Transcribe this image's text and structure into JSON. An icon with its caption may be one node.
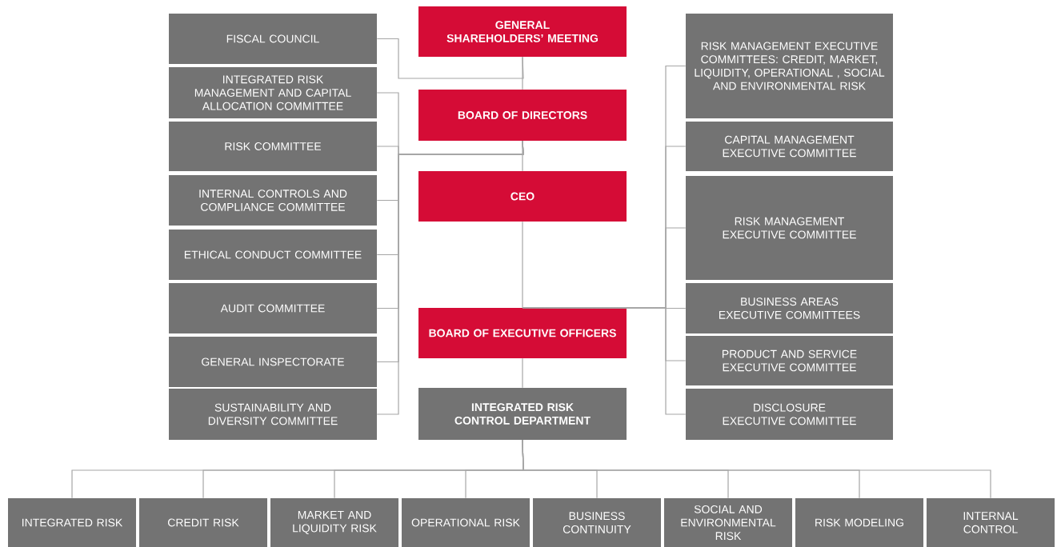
{
  "diagram": {
    "nodes": [
      {
        "text": [
          "FISCAL COUNCIL"
        ]
      },
      {
        "text": [
          "INTEGRATED RISK MANAGEMENT AND CAPITAL ALLOCATION COMMITTEE"
        ]
      },
      {
        "text": [
          "RISK COMMITTEE"
        ]
      },
      {
        "text": [
          "INTERNAL CONTROLS AND COMPLIANCE COMMITTEE"
        ]
      },
      {
        "text": [
          "ETHICAL CONDUCT COMMITTEE"
        ]
      },
      {
        "text": [
          "AUDIT COMMITTEE"
        ]
      },
      {
        "text": [
          "GENERAL INSPECTORATE"
        ]
      },
      {
        "text": [
          "SUSTAINABILITY AND DIVERSITY COMMITTEE"
        ]
      },
      {
        "text": [
          "GENERAL SHAREHOLDERS’ MEETING"
        ]
      },
      {
        "text": [
          "BOARD OF DIRECTORS"
        ]
      },
      {
        "text": [
          "CEO"
        ]
      },
      {
        "text": [
          "BOARD OF EXECUTIVE OFFICERS"
        ]
      },
      {
        "text": [
          "INTEGRATED RISK CONTROL DEPARTMENT"
        ]
      },
      {
        "text": [
          "RISK MANAGEMENT EXECUTIVE COMMITTEES: CREDIT, MARKET, LIQUIDITY, OPERATIONAL , SOCIAL AND ENVIRONMENTAL RISK"
        ]
      },
      {
        "text": [
          "CAPITAL MANAGEMENT EXECUTIVE COMMITTEE"
        ]
      },
      {
        "text": [
          "RISK MANAGEMENT EXECUTIVE COMMITTEE"
        ]
      },
      {
        "text": [
          "BUSINESS AREAS EXECUTIVE COMMITTEES"
        ]
      },
      {
        "text": [
          "PRODUCT AND SERVICE EXECUTIVE COMMITTEE"
        ]
      },
      {
        "text": [
          "DISCLOSURE EXECUTIVE COMMITTEE"
        ]
      },
      {
        "text": [
          "INTEGRATED RISK"
        ]
      },
      {
        "text": [
          "CREDIT RISK"
        ]
      },
      {
        "text": [
          "MARKET AND LIQUIDITY RISK"
        ]
      },
      {
        "text": [
          "OPERATIONAL RISK"
        ]
      },
      {
        "text": [
          "BUSINESS CONTINUITY"
        ]
      },
      {
        "text": [
          "SOCIAL AND ENVIRONMENTAL RISK"
        ]
      },
      {
        "text": [
          "RISK MODELING"
        ]
      },
      {
        "text": [
          "INTERNAL CONTROL"
        ]
      }
    ],
    "edges": [
      {
        "from": 8,
        "to": 9,
        "arrow": "none"
      },
      {
        "from": 9,
        "to": 10,
        "arrow": "none"
      },
      {
        "from": 10,
        "to": 11,
        "arrow": "none"
      },
      {
        "from": 11,
        "to": 12,
        "arrow": "none"
      },
      {
        "from": 8,
        "to": 0,
        "arrow": "none"
      },
      {
        "from": 9,
        "to": 1,
        "arrow": "none"
      },
      {
        "from": 9,
        "to": 2,
        "arrow": "none"
      },
      {
        "from": 9,
        "to": 3,
        "arrow": "none"
      },
      {
        "from": 9,
        "to": 4,
        "arrow": "none"
      },
      {
        "from": 9,
        "to": 5,
        "arrow": "none"
      },
      {
        "from": 9,
        "to": 6,
        "arrow": "none"
      },
      {
        "from": 9,
        "to": 7,
        "arrow": "none"
      },
      {
        "from": 11,
        "to": 13,
        "arrow": "none"
      },
      {
        "from": 11,
        "to": 14,
        "arrow": "none"
      },
      {
        "from": 11,
        "to": 15,
        "arrow": "none"
      },
      {
        "from": 11,
        "to": 16,
        "arrow": "none"
      },
      {
        "from": 11,
        "to": 17,
        "arrow": "none"
      },
      {
        "from": 11,
        "to": 18,
        "arrow": "none"
      },
      {
        "from": 12,
        "to": 19,
        "arrow": "none"
      },
      {
        "from": 12,
        "to": 20,
        "arrow": "none"
      },
      {
        "from": 12,
        "to": 21,
        "arrow": "none"
      },
      {
        "from": 12,
        "to": 22,
        "arrow": "none"
      },
      {
        "from": 12,
        "to": 23,
        "arrow": "none"
      },
      {
        "from": 12,
        "to": 24,
        "arrow": "none"
      },
      {
        "from": 12,
        "to": 25,
        "arrow": "none"
      },
      {
        "from": 12,
        "to": 26,
        "arrow": "none"
      }
    ]
  }
}
